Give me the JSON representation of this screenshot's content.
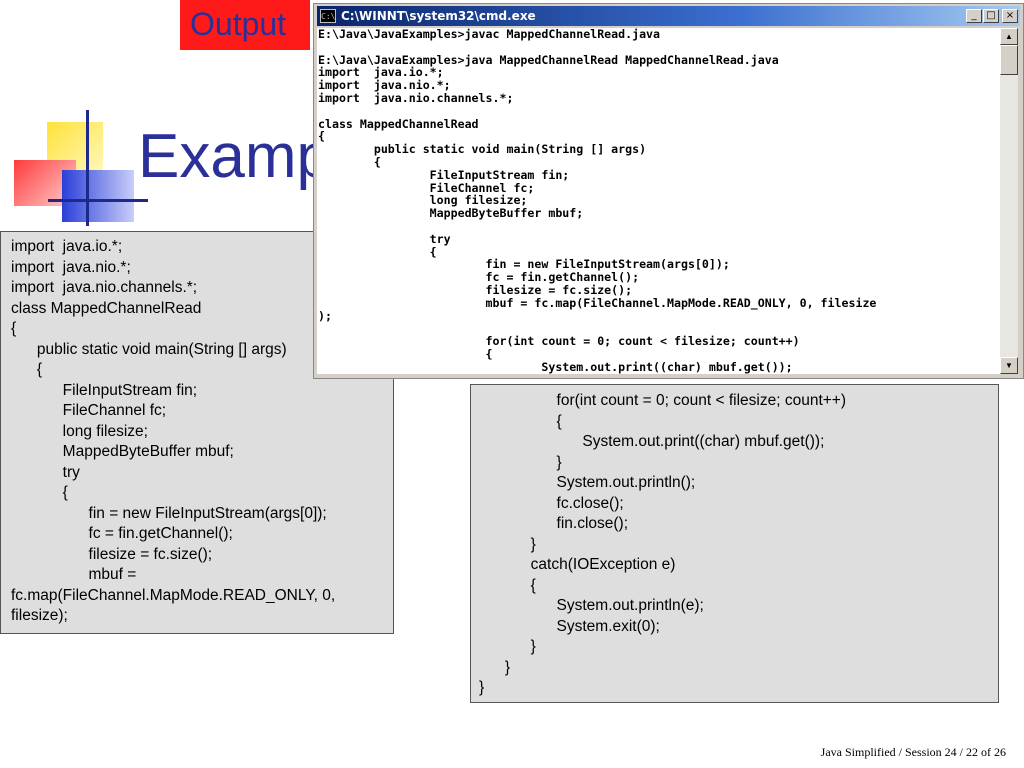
{
  "slide": {
    "title": "Examp",
    "output_label": "Output",
    "footer": "Java Simplified / Session 24 / 22 of 26"
  },
  "cmd_window": {
    "title": "C:\\WINNT\\system32\\cmd.exe",
    "icon_label": "C:\\",
    "minimize_label": "_",
    "maximize_label": "□",
    "close_label": "×",
    "scroll_up": "▲",
    "scroll_down": "▼",
    "lines": [
      "E:\\Java\\JavaExamples>javac MappedChannelRead.java",
      "",
      "E:\\Java\\JavaExamples>java MappedChannelRead MappedChannelRead.java",
      "import  java.io.*;",
      "import  java.nio.*;",
      "import  java.nio.channels.*;",
      "",
      "class MappedChannelRead",
      "{",
      "        public static void main(String [] args)",
      "        {",
      "                FileInputStream fin;",
      "                FileChannel fc;",
      "                long filesize;",
      "                MappedByteBuffer mbuf;",
      "",
      "                try",
      "                {",
      "                        fin = new FileInputStream(args[0]);",
      "                        fc = fin.getChannel();",
      "                        filesize = fc.size();",
      "                        mbuf = fc.map(FileChannel.MapMode.READ_ONLY, 0, filesize",
      ");",
      "",
      "                        for(int count = 0; count < filesize; count++)",
      "                        {",
      "                                System.out.print((char) mbuf.get());"
    ]
  },
  "left_code": [
    "import  java.io.*;",
    "import  java.nio.*;",
    "import  java.nio.channels.*;",
    "class MappedChannelRead",
    "{",
    "      public static void main(String [] args)",
    "      {",
    "            FileInputStream fin;",
    "            FileChannel fc;",
    "            long filesize;",
    "            MappedByteBuffer mbuf;",
    "            try",
    "            {",
    "                  fin = new FileInputStream(args[0]);",
    "                  fc = fin.getChannel();",
    "                  filesize = fc.size();",
    "                  mbuf =",
    "fc.map(FileChannel.MapMode.READ_ONLY, 0,",
    "filesize);"
  ],
  "right_code": [
    "                  for(int count = 0; count < filesize; count++)",
    "                  {",
    "                        System.out.print((char) mbuf.get());",
    "                  }",
    "                  System.out.println();",
    "                  fc.close();",
    "                  fin.close();",
    "            }",
    "            catch(IOException e)",
    "            {",
    "                  System.out.println(e);",
    "                  System.exit(0);",
    "            }",
    "      }",
    "}"
  ]
}
